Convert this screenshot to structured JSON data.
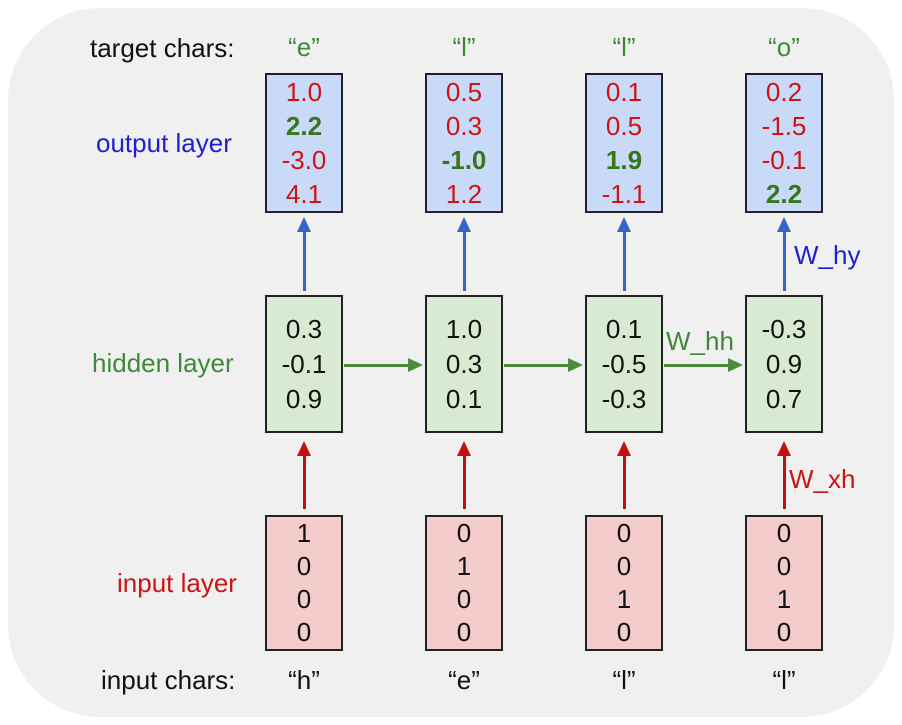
{
  "labels": {
    "target_chars": "target chars:",
    "output_layer": "output layer",
    "hidden_layer": "hidden layer",
    "input_layer": "input layer",
    "input_chars": "input chars:",
    "w_hy": "W_hy",
    "w_hh": "W_hh",
    "w_xh": "W_xh"
  },
  "colors": {
    "red": "#cc1414",
    "green": "#3e8a38",
    "green_dark": "#38761d",
    "blue": "#2020cc",
    "arrow_blue": "#3565c9",
    "arrow_red": "#c40e0e",
    "arrow_green": "#4a8c3a",
    "output_fill": "#c9daf8",
    "hidden_fill": "#d9ead3",
    "input_fill": "#f4cccc",
    "panel_bg": "#f0f0f0"
  },
  "columns": [
    {
      "target_char": "“e”",
      "input_char": "“h”",
      "output": [
        {
          "v": "1.0",
          "c": "red"
        },
        {
          "v": "2.2",
          "c": "green-bold"
        },
        {
          "v": "-3.0",
          "c": "red"
        },
        {
          "v": "4.1",
          "c": "red"
        }
      ],
      "hidden": [
        "0.3",
        "-0.1",
        "0.9"
      ],
      "input": [
        "1",
        "0",
        "0",
        "0"
      ]
    },
    {
      "target_char": "“l”",
      "input_char": "“e”",
      "output": [
        {
          "v": "0.5",
          "c": "red"
        },
        {
          "v": "0.3",
          "c": "red"
        },
        {
          "v": "-1.0",
          "c": "green-bold"
        },
        {
          "v": "1.2",
          "c": "red"
        }
      ],
      "hidden": [
        "1.0",
        "0.3",
        "0.1"
      ],
      "input": [
        "0",
        "1",
        "0",
        "0"
      ]
    },
    {
      "target_char": "“l”",
      "input_char": "“l”",
      "output": [
        {
          "v": "0.1",
          "c": "red"
        },
        {
          "v": "0.5",
          "c": "red"
        },
        {
          "v": "1.9",
          "c": "green-bold"
        },
        {
          "v": "-1.1",
          "c": "red"
        }
      ],
      "hidden": [
        "0.1",
        "-0.5",
        "-0.3"
      ],
      "input": [
        "0",
        "0",
        "1",
        "0"
      ]
    },
    {
      "target_char": "“o”",
      "input_char": "“l”",
      "output": [
        {
          "v": "0.2",
          "c": "red"
        },
        {
          "v": "-1.5",
          "c": "red"
        },
        {
          "v": "-0.1",
          "c": "red"
        },
        {
          "v": "2.2",
          "c": "green-bold"
        }
      ],
      "hidden": [
        "-0.3",
        "0.9",
        "0.7"
      ],
      "input": [
        "0",
        "0",
        "1",
        "0"
      ]
    }
  ]
}
